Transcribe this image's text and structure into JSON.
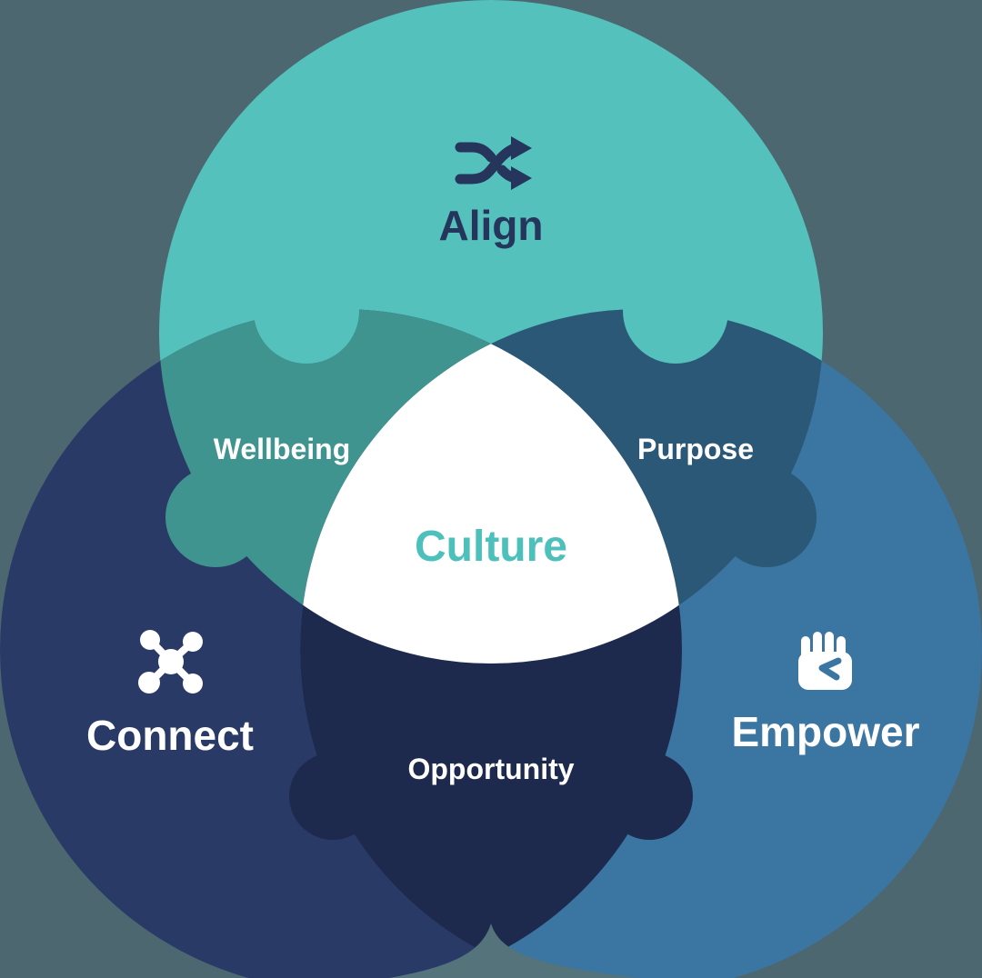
{
  "diagram": {
    "type": "venn-puzzle",
    "background_color": "#4C6770",
    "bottom_gap_color": "#54737A",
    "center": {
      "label": "Culture",
      "fill_color": "#FFFFFF",
      "label_color": "#4DC0BB"
    },
    "circles": [
      {
        "id": "align",
        "label": "Align",
        "color": "#54C1BC",
        "label_color": "#26355C",
        "icon": "shuffle-icon",
        "icon_color": "#26355C"
      },
      {
        "id": "connect",
        "label": "Connect",
        "color": "#2A3A67",
        "label_color": "#FFFFFF",
        "icon": "network-icon",
        "icon_color": "#FFFFFF"
      },
      {
        "id": "empower",
        "label": "Empower",
        "color": "#3B76A2",
        "label_color": "#FFFFFF",
        "icon": "fist-icon",
        "icon_color": "#FFFFFF"
      }
    ],
    "overlaps": [
      {
        "id": "wellbeing",
        "label": "Wellbeing",
        "between": [
          "align",
          "connect"
        ],
        "color": "#3F948F",
        "label_color": "#FFFFFF"
      },
      {
        "id": "purpose",
        "label": "Purpose",
        "between": [
          "align",
          "empower"
        ],
        "color": "#2A5876",
        "label_color": "#FFFFFF"
      },
      {
        "id": "opportunity",
        "label": "Opportunity",
        "between": [
          "connect",
          "empower"
        ],
        "color": "#1E2A4D",
        "label_color": "#FFFFFF"
      }
    ]
  }
}
